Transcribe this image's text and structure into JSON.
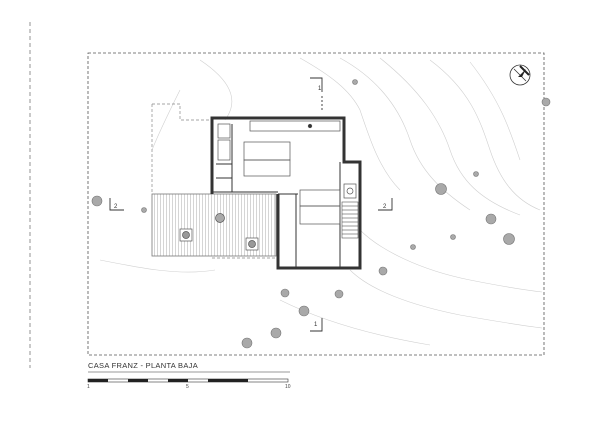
{
  "plan": {
    "title": "CASA FRANZ - PLANTA BAJA",
    "section_marks": {
      "s1_top": "1",
      "s1_bottom": "1",
      "s2_left": "2",
      "s2_right": "2"
    },
    "scale_bar": {
      "labels": [
        "1",
        "5",
        "10"
      ]
    },
    "north_arrow_icon": "north-arrow-icon"
  }
}
